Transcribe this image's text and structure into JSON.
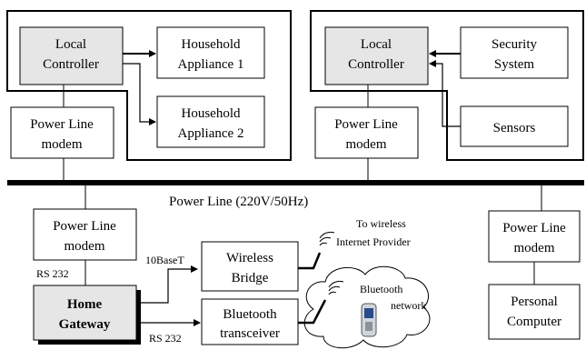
{
  "left_zone": {
    "controller_line1": "Local",
    "controller_line2": "Controller",
    "appliance1_line1": "Household",
    "appliance1_line2": "Appliance 1",
    "appliance2_line1": "Household",
    "appliance2_line2": "Appliance 2",
    "modem_line1": "Power Line",
    "modem_line2": "modem"
  },
  "right_zone": {
    "controller_line1": "Local",
    "controller_line2": "Controller",
    "security_line1": "Security",
    "security_line2": "System",
    "sensors": "Sensors",
    "modem_line1": "Power Line",
    "modem_line2": "modem"
  },
  "power_line_label": "Power Line (220V/50Hz)",
  "gateway_zone": {
    "modem_line1": "Power Line",
    "modem_line2": "modem",
    "rs232_top": "RS 232",
    "gateway_line1": "Home",
    "gateway_line2": "Gateway",
    "link_10baset": "10BaseT",
    "rs232_bottom": "RS 232",
    "bridge_line1": "Wireless",
    "bridge_line2": "Bridge",
    "bt_line1": "Bluetooth",
    "bt_line2": "transceiver",
    "isp_line1": "To wireless",
    "isp_line2": "Internet Provider",
    "cloud_line1": "Bluetooth",
    "cloud_line2": "network"
  },
  "pc_zone": {
    "modem_line1": "Power Line",
    "modem_line2": "modem",
    "pc_line1": "Personal",
    "pc_line2": "Computer"
  },
  "colors": {
    "controller_fill": "#e6e6e6",
    "line": "#000000"
  }
}
